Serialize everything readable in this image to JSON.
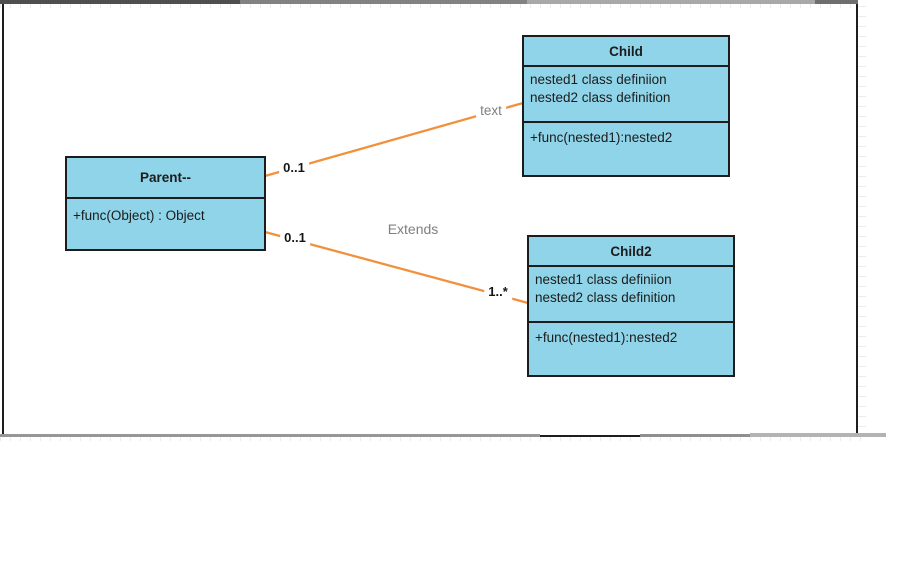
{
  "diagram": {
    "classes": {
      "parent": {
        "title": "Parent--",
        "method": "+func(Object) : Object"
      },
      "child": {
        "title": "Child",
        "attr1": "nested1 class definiion",
        "attr2": "nested2 class definition",
        "method": "+func(nested1):nested2"
      },
      "child2": {
        "title": "Child2",
        "attr1": "nested1 class definiion",
        "attr2": "nested2 class definition",
        "method": "+func(nested1):nested2"
      }
    },
    "connectors": {
      "parent_child": {
        "source_multiplicity": "0..1",
        "label": "text"
      },
      "parent_child2": {
        "source_multiplicity": "0..1",
        "label": "Extends",
        "target_multiplicity": "1..*"
      }
    },
    "colors": {
      "class_fill": "#8FD4E8",
      "class_border": "#1C1C1C",
      "connector": "#F2913D",
      "multiplicity_text": "#161616",
      "connector_label_text": "#7F7F7F",
      "page_border": "#1D1D1D"
    }
  }
}
